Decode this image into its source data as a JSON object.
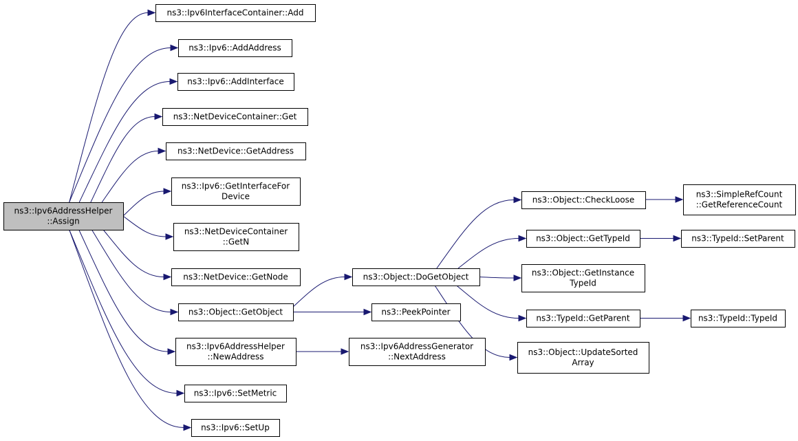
{
  "graph": {
    "edge_color": "#191970",
    "root_fill": "#bfbfbf",
    "nodes": [
      {
        "id": "assign",
        "lines": [
          "ns3::Ipv6AddressHelper",
          "::Assign"
        ],
        "root": true
      },
      {
        "id": "ic_add",
        "lines": [
          "ns3::Ipv6InterfaceContainer::Add"
        ]
      },
      {
        "id": "addaddress",
        "lines": [
          "ns3::Ipv6::AddAddress"
        ]
      },
      {
        "id": "addinterface",
        "lines": [
          "ns3::Ipv6::AddInterface"
        ]
      },
      {
        "id": "ndc_get",
        "lines": [
          "ns3::NetDeviceContainer::Get"
        ]
      },
      {
        "id": "getaddress",
        "lines": [
          "ns3::NetDevice::GetAddress"
        ]
      },
      {
        "id": "getiffordevice",
        "lines": [
          "ns3::Ipv6::GetInterfaceFor",
          "Device"
        ]
      },
      {
        "id": "ndc_getn",
        "lines": [
          "ns3::NetDeviceContainer",
          "::GetN"
        ]
      },
      {
        "id": "getnode",
        "lines": [
          "ns3::NetDevice::GetNode"
        ]
      },
      {
        "id": "getobject",
        "lines": [
          "ns3::Object::GetObject"
        ]
      },
      {
        "id": "newaddress",
        "lines": [
          "ns3::Ipv6AddressHelper",
          "::NewAddress"
        ]
      },
      {
        "id": "setmetric",
        "lines": [
          "ns3::Ipv6::SetMetric"
        ]
      },
      {
        "id": "setup",
        "lines": [
          "ns3::Ipv6::SetUp"
        ]
      },
      {
        "id": "dogetobject",
        "lines": [
          "ns3::Object::DoGetObject"
        ]
      },
      {
        "id": "peekpointer",
        "lines": [
          "ns3::PeekPointer"
        ]
      },
      {
        "id": "nextaddress",
        "lines": [
          "ns3::Ipv6AddressGenerator",
          "::NextAddress"
        ]
      },
      {
        "id": "checkloose",
        "lines": [
          "ns3::Object::CheckLoose"
        ]
      },
      {
        "id": "gettypeid",
        "lines": [
          "ns3::Object::GetTypeId"
        ]
      },
      {
        "id": "getinstancetypeid",
        "lines": [
          "ns3::Object::GetInstance",
          "TypeId"
        ]
      },
      {
        "id": "getparent",
        "lines": [
          "ns3::TypeId::GetParent"
        ]
      },
      {
        "id": "updatesorted",
        "lines": [
          "ns3::Object::UpdateSorted",
          "Array"
        ]
      },
      {
        "id": "getrefcount",
        "lines": [
          "ns3::SimpleRefCount",
          "::GetReferenceCount"
        ]
      },
      {
        "id": "setparent",
        "lines": [
          "ns3::TypeId::SetParent"
        ]
      },
      {
        "id": "typeid_ctor",
        "lines": [
          "ns3::TypeId::TypeId"
        ]
      }
    ],
    "edges": [
      {
        "from": "assign",
        "to": "ic_add"
      },
      {
        "from": "assign",
        "to": "addaddress"
      },
      {
        "from": "assign",
        "to": "addinterface"
      },
      {
        "from": "assign",
        "to": "ndc_get"
      },
      {
        "from": "assign",
        "to": "getaddress"
      },
      {
        "from": "assign",
        "to": "getiffordevice"
      },
      {
        "from": "assign",
        "to": "ndc_getn"
      },
      {
        "from": "assign",
        "to": "getnode"
      },
      {
        "from": "assign",
        "to": "getobject"
      },
      {
        "from": "assign",
        "to": "newaddress"
      },
      {
        "from": "assign",
        "to": "setmetric"
      },
      {
        "from": "assign",
        "to": "setup"
      },
      {
        "from": "getobject",
        "to": "dogetobject"
      },
      {
        "from": "getobject",
        "to": "peekpointer"
      },
      {
        "from": "newaddress",
        "to": "nextaddress"
      },
      {
        "from": "dogetobject",
        "to": "checkloose"
      },
      {
        "from": "dogetobject",
        "to": "gettypeid"
      },
      {
        "from": "dogetobject",
        "to": "getinstancetypeid"
      },
      {
        "from": "dogetobject",
        "to": "getparent"
      },
      {
        "from": "dogetobject",
        "to": "updatesorted"
      },
      {
        "from": "checkloose",
        "to": "getrefcount"
      },
      {
        "from": "gettypeid",
        "to": "setparent"
      },
      {
        "from": "getparent",
        "to": "typeid_ctor"
      }
    ]
  }
}
